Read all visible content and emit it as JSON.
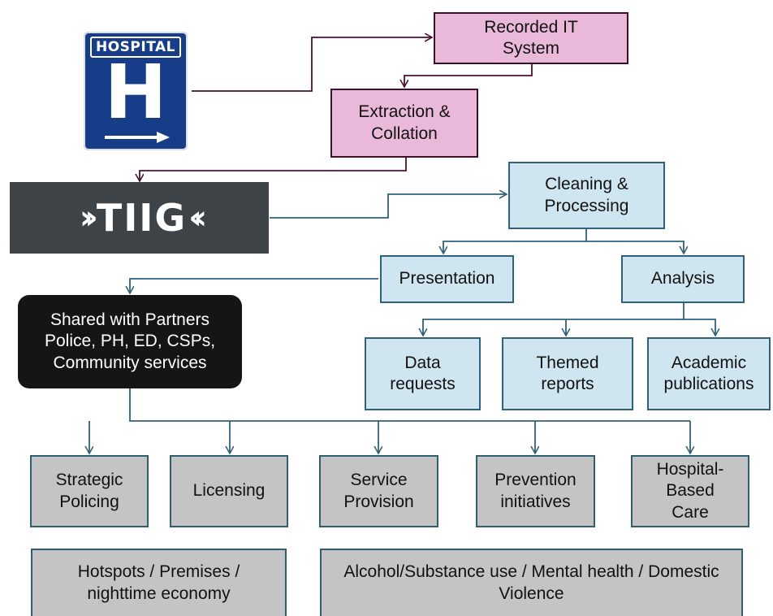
{
  "hospital_sign": {
    "word": "HOSPITAL",
    "letter": "H",
    "icon": "hospital-sign-icon"
  },
  "tiig_logo": {
    "text": "TIIG",
    "left_glyph": "››",
    "right_glyph": "‹‹",
    "icon": "tiig-logo"
  },
  "nodes": {
    "recorded_it_system": "Recorded IT System",
    "extraction_collation": "Extraction & Collation",
    "cleaning_processing": "Cleaning & Processing",
    "presentation": "Presentation",
    "analysis": "Analysis",
    "shared_partners_line1": "Shared with Partners",
    "shared_partners_line2": "Police, PH, ED, CSPs,",
    "shared_partners_line3": "Community services",
    "data_requests": "Data requests",
    "themed_reports": "Themed reports",
    "academic_publications": "Academic publications",
    "strategic_policing": "Strategic Policing",
    "licensing": "Licensing",
    "service_provision": "Service Provision",
    "prevention_initiatives": "Prevention initiatives",
    "hospital_based_care": "Hospital-Based Care",
    "hotspots": "Hotspots / Premises / nighttime economy",
    "alcohol": "Alcohol/Substance use / Mental health / Domestic Violence"
  },
  "colors": {
    "pink_fill": "#eab9da",
    "pink_line": "#4a1230",
    "blue_fill": "#cfe5ef",
    "blue_line": "#31617a",
    "grey_fill": "#c4c4c4",
    "black_fill": "#151515",
    "sign_blue": "#173d88",
    "logo_grey": "#3e4348"
  }
}
